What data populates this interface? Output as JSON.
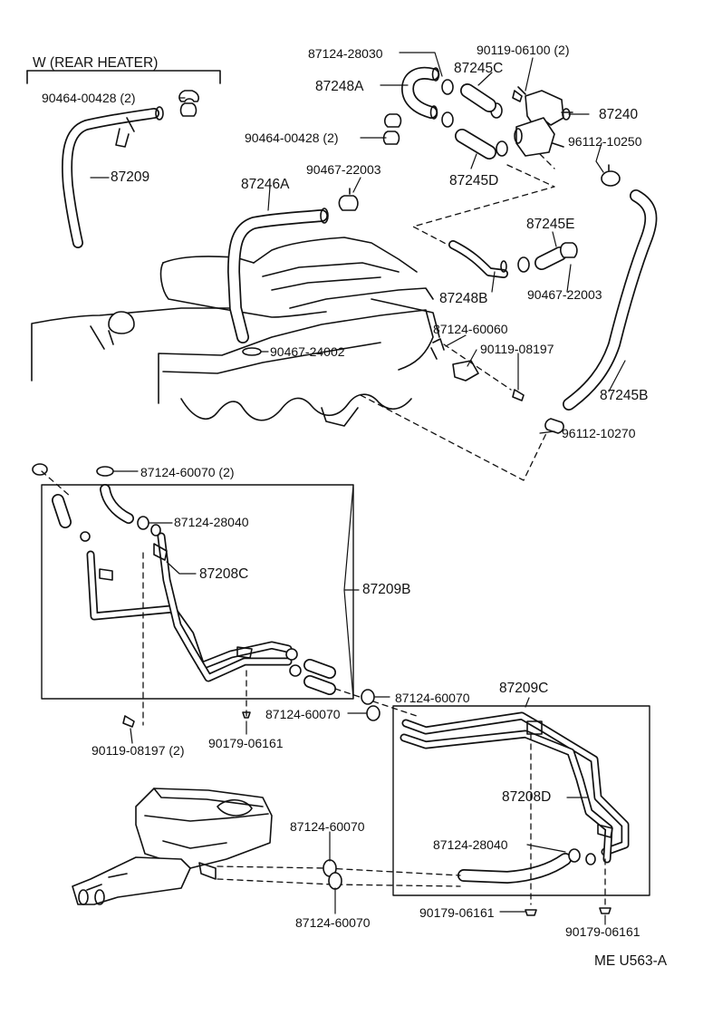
{
  "section_title": "W (REAR HEATER)",
  "footer_code": "ME U563-A",
  "colors": {
    "ink": "#111111",
    "paper": "#ffffff"
  },
  "parts": {
    "p_87124_28030": "87124-28030",
    "p_90119_06100": "90119-06100 (2)",
    "p_87245C": "87245C",
    "p_87248A": "87248A",
    "p_87240": "87240",
    "p_90464_00428_top": "90464-00428 (2)",
    "p_90464_00428_mid": "90464-00428 (2)",
    "p_96112_10250": "96112-10250",
    "p_87209": "87209",
    "p_90467_22003_top": "90467-22003",
    "p_87245D": "87245D",
    "p_87246A": "87246A",
    "p_87245E": "87245E",
    "p_87248B": "87248B",
    "p_90467_22003_bot": "90467-22003",
    "p_87124_60060": "87124-60060",
    "p_90467_24002": "90467-24002",
    "p_90119_08197": "90119-08197",
    "p_87245B": "87245B",
    "p_96112_10270": "96112-10270",
    "p_87124_60070_2": "87124-60070 (2)",
    "p_87124_28040_a": "87124-28040",
    "p_87208C": "87208C",
    "p_87209B": "87209B",
    "p_87124_60070_a": "87124-60070",
    "p_87124_60070_b": "87124-60070",
    "p_87209C": "87209C",
    "p_90119_08197_2": "90119-08197 (2)",
    "p_90179_06161_a": "90179-06161",
    "p_87208D": "87208D",
    "p_87124_60070_c": "87124-60070",
    "p_87124_28040_b": "87124-28040",
    "p_90179_06161_b": "90179-06161",
    "p_90179_06161_c": "90179-06161",
    "p_87124_60070_d": "87124-60070"
  }
}
